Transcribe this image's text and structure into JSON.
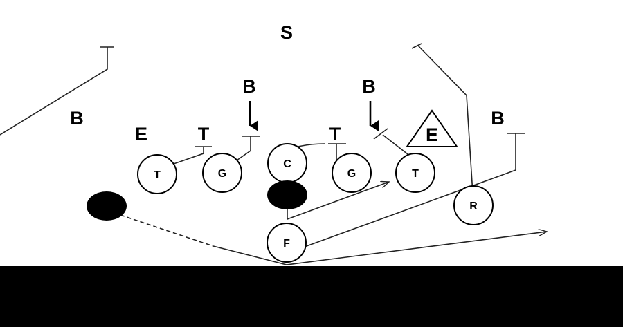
{
  "diagram": {
    "defense_labels": {
      "safety": "S",
      "corner_left": "B",
      "end_left": "E",
      "tackle_left": "T",
      "backer_left": "B",
      "tackle_right": "T",
      "backer_right": "B",
      "end_right": "E",
      "corner_right": "B"
    },
    "offense_labels": {
      "left_tackle": "T",
      "left_guard": "G",
      "center": "C",
      "right_guard": "G",
      "right_tackle": "T",
      "receiver": "R",
      "fullback": "F"
    },
    "colors": {
      "ink": "#000000",
      "route": "#222222",
      "background": "#ffffff",
      "bottom_band": "#000000"
    }
  }
}
